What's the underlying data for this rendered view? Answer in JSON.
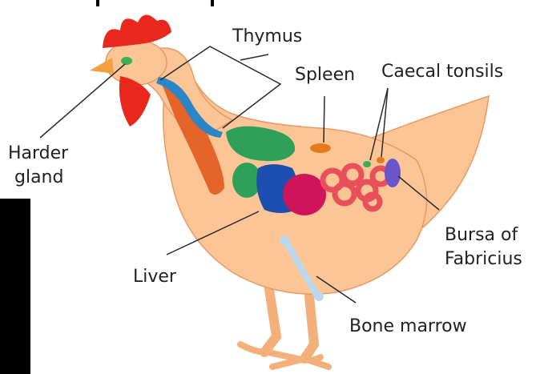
{
  "labels": {
    "thymus": "Thymus",
    "spleen": "Spleen",
    "caecal_tonsils": "Caecal tonsils",
    "harder_gland_line1": "Harder",
    "harder_gland_line2": "gland",
    "bursa_line1": "Bursa of",
    "bursa_line2": "Fabricius",
    "liver": "Liver",
    "bone_marrow": "Bone marrow"
  },
  "colors": {
    "body": "#fcc596",
    "body_outline": "#e89a64",
    "comb": "#e8281c",
    "beak": "#f4a040",
    "thymus_blue": "#2b86c8",
    "esophagus": "#e4642a",
    "lung_green": "#2fa05a",
    "liver_blue": "#1d4fb0",
    "gizzard": "#d0145a",
    "intestine": "#e8505a",
    "bursa": "#6a56c8",
    "spleen": "#e87a1e",
    "harder_gland": "#3cb050",
    "bone": "#bcd8ee",
    "leader_line": "#2a2a2a",
    "left_bar": "#000000"
  }
}
